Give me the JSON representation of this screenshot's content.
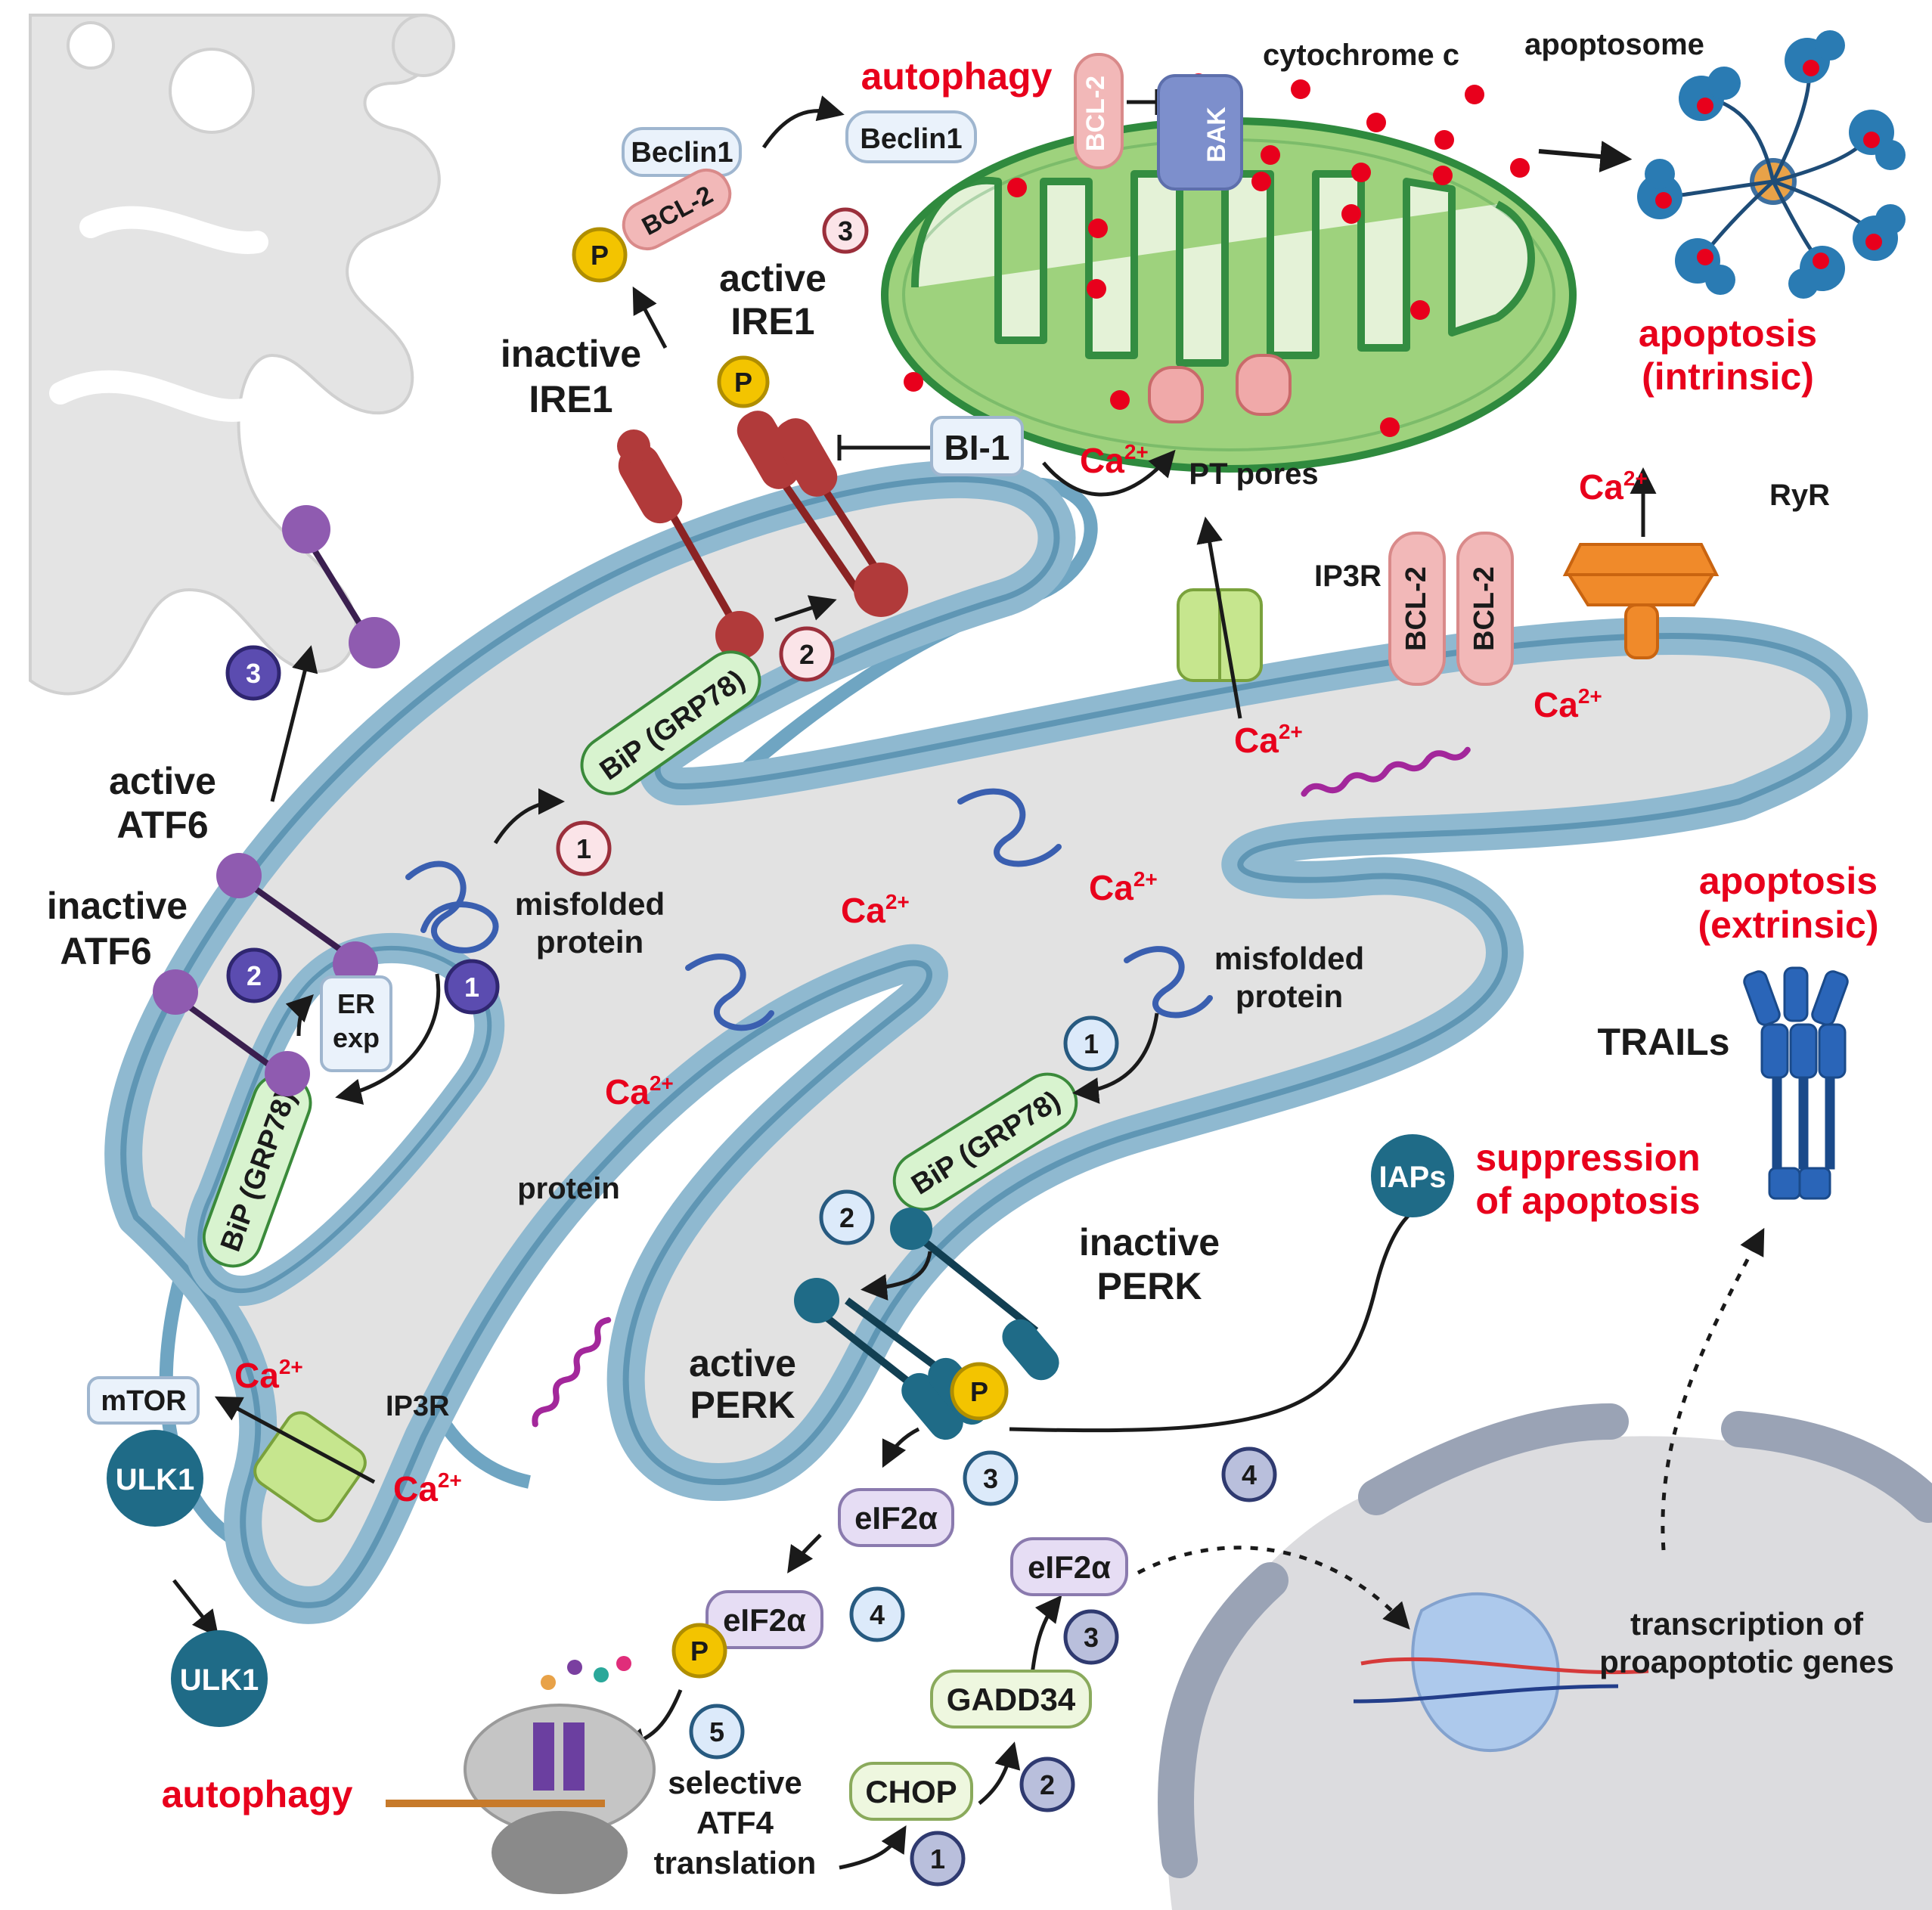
{
  "colors": {
    "er_membrane": "#8fb9d0",
    "er_lumen": "#e3e3e3",
    "mito_green": "#9ed27d",
    "red_text": "#e8001c",
    "ire1": "#b13a3a",
    "perk": "#1f6b87",
    "atf6": "#8f5bb0",
    "bip_fill": "#d8f3cf",
    "phospho": "#f3c400",
    "ulk1": "#1f6b87"
  },
  "top": {
    "autophagy": "autophagy",
    "cytochrome_c": "cytochrome c",
    "apoptosome": "apoptosome",
    "apoptosis_intrinsic_1": "apoptosis",
    "apoptosis_intrinsic_2": "(intrinsic)",
    "beclin1_bound": "Beclin1",
    "beclin1_free": "Beclin1",
    "bcl2_bound": "BCL-2",
    "bcl2_mito": "BCL-2",
    "bak": "BAK"
  },
  "ire1": {
    "active_1": "active",
    "active_2": "IRE1",
    "inactive_1": "inactive",
    "inactive_2": "IRE1",
    "bi1": "BI-1",
    "pt_pores": "PT pores",
    "step1": "1",
    "step2": "2",
    "step3": "3",
    "misfolded_1": "misfolded",
    "misfolded_2": "protein"
  },
  "atf6": {
    "active_1": "active",
    "active_2": "ATF6",
    "inactive_1": "inactive",
    "inactive_2": "ATF6",
    "er_exp_1": "ER",
    "er_exp_2": "exp",
    "step1": "1",
    "step2": "2",
    "step3": "3"
  },
  "er": {
    "bip_label": "BiP (GRP78)",
    "ca": "Ca",
    "ca_sup": "2+",
    "protein": "protein",
    "ip3r": "IP3R",
    "ryr": "RyR",
    "bcl2_a": "BCL-2",
    "bcl2_b": "BCL-2"
  },
  "perk": {
    "inactive_1": "inactive",
    "inactive_2": "PERK",
    "active_1": "active",
    "active_2": "PERK",
    "misfolded_1": "misfolded",
    "misfolded_2": "protein",
    "p": "P"
  },
  "pathway": {
    "eif2a": "eIF2α",
    "gadd34": "GADD34",
    "chop": "CHOP",
    "selective_1": "selective",
    "selective_2": "ATF4",
    "selective_3": "translation",
    "autophagy": "autophagy",
    "mtor": "mTOR",
    "ulk1": "ULK1",
    "n1": "1",
    "n2": "2",
    "n3": "3",
    "n4": "4",
    "n5": "5"
  },
  "right": {
    "apoptosis_extrinsic_1": "apoptosis",
    "apoptosis_extrinsic_2": "(extrinsic)",
    "trails": "TRAILs",
    "iaps": "IAPs",
    "suppression_1": "suppression",
    "suppression_2": "of apoptosis",
    "transcription_1": "transcription of",
    "transcription_2": "proapoptotic genes"
  }
}
